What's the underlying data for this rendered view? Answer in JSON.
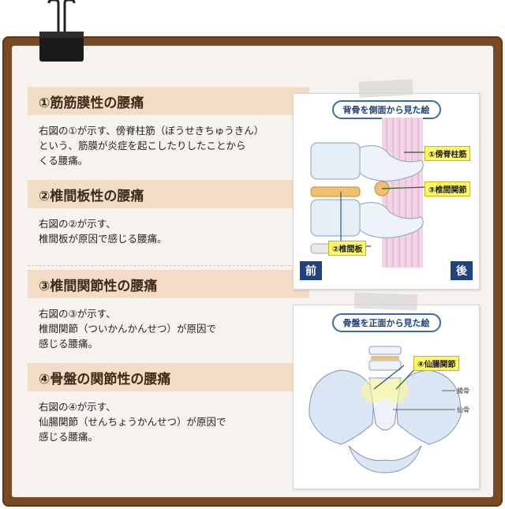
{
  "sections": [
    {
      "title": "①筋筋膜性の腰痛",
      "body": "右図の①が示す、傍脊柱筋（ぼうせきちゅうきん）\nという、筋膜が炎症を起こしたりしたことから\nくる腰痛。"
    },
    {
      "title": "②椎間板性の腰痛",
      "body": "右図の②が示す、\n椎間板が原因で感じる腰痛。"
    },
    {
      "title": "③椎間関節性の腰痛",
      "body": "右図の③が示す、\n椎間関節（ついかんかんせつ）が原因で\n感じる腰痛。"
    },
    {
      "title": "④骨盤の関節性の腰痛",
      "body": "右図の④が示す、\n仙腸関節（せんちょうかんせつ）が原因で\n感じる腰痛。"
    }
  ],
  "figure1": {
    "title": "背骨を側面から見た絵",
    "labels": {
      "muscle": "①傍脊柱筋",
      "facet": "③椎間関節",
      "disc": "②椎間板"
    },
    "front": "前",
    "back": "後"
  },
  "figure2": {
    "title": "骨盤を正面から見た絵",
    "labels": {
      "si_joint": "④仙腸関節",
      "ilium": "腸骨",
      "sacrum": "仙骨"
    }
  },
  "colors": {
    "board": "#7a4a24",
    "heading_bg": "#f2dcc5",
    "label_yellow": "#fff66b",
    "accent_blue": "#21437d"
  }
}
